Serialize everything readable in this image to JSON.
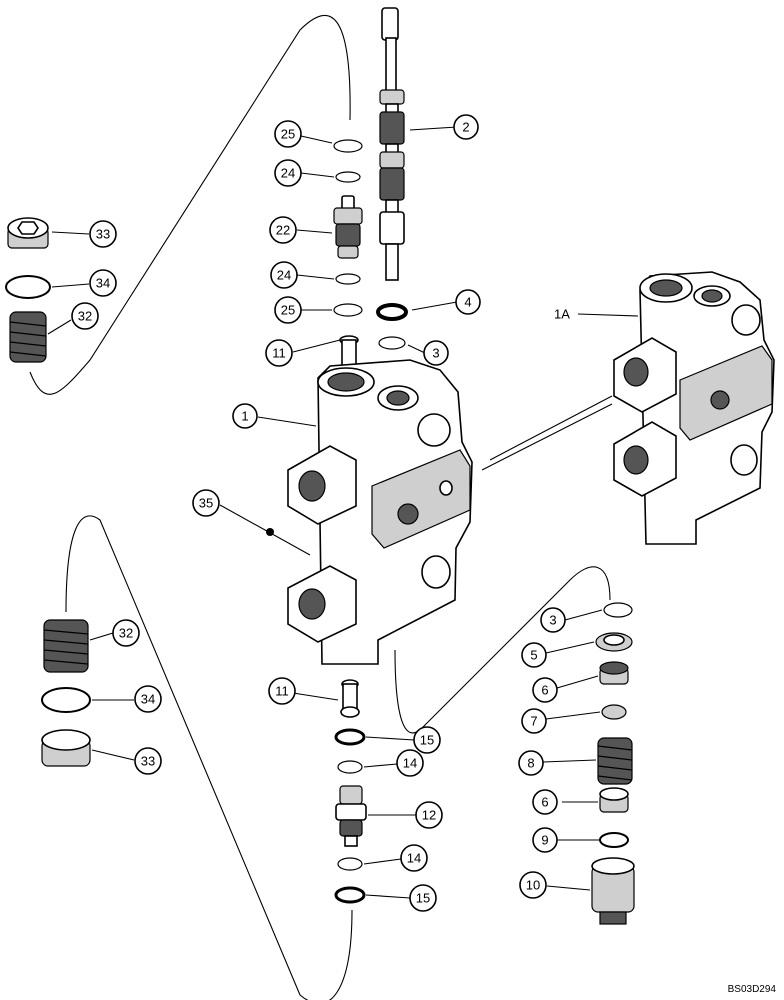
{
  "drawing_code": "BS03D294",
  "callouts": [
    {
      "id": "c1",
      "label": "1"
    },
    {
      "id": "c1a",
      "label": "1A"
    },
    {
      "id": "c2",
      "label": "2"
    },
    {
      "id": "c3a",
      "label": "3"
    },
    {
      "id": "c3b",
      "label": "3"
    },
    {
      "id": "c4",
      "label": "4"
    },
    {
      "id": "c5",
      "label": "5"
    },
    {
      "id": "c6a",
      "label": "6"
    },
    {
      "id": "c6b",
      "label": "6"
    },
    {
      "id": "c7",
      "label": "7"
    },
    {
      "id": "c8",
      "label": "8"
    },
    {
      "id": "c9",
      "label": "9"
    },
    {
      "id": "c10",
      "label": "10"
    },
    {
      "id": "c11a",
      "label": "11"
    },
    {
      "id": "c11b",
      "label": "11"
    },
    {
      "id": "c12",
      "label": "12"
    },
    {
      "id": "c14a",
      "label": "14"
    },
    {
      "id": "c14b",
      "label": "14"
    },
    {
      "id": "c15a",
      "label": "15"
    },
    {
      "id": "c15b",
      "label": "15"
    },
    {
      "id": "c22",
      "label": "22"
    },
    {
      "id": "c24a",
      "label": "24"
    },
    {
      "id": "c24b",
      "label": "24"
    },
    {
      "id": "c25a",
      "label": "25"
    },
    {
      "id": "c25b",
      "label": "25"
    },
    {
      "id": "c32a",
      "label": "32"
    },
    {
      "id": "c32b",
      "label": "32"
    },
    {
      "id": "c33a",
      "label": "33"
    },
    {
      "id": "c33b",
      "label": "33"
    },
    {
      "id": "c34a",
      "label": "34"
    },
    {
      "id": "c34b",
      "label": "34"
    },
    {
      "id": "c35",
      "label": "35"
    }
  ]
}
